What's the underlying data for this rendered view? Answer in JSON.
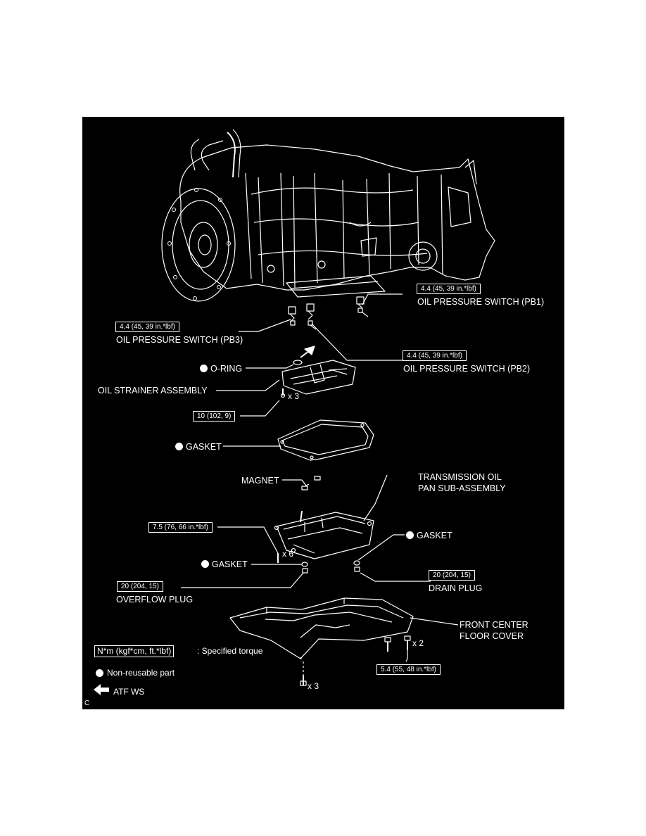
{
  "labels": {
    "oil_pressure_switch_pb1": "OIL PRESSURE SWITCH (PB1)",
    "oil_pressure_switch_pb3": "OIL PRESSURE SWITCH (PB3)",
    "oil_pressure_switch_pb2": "OIL PRESSURE SWITCH (PB2)",
    "o_ring": "O-RING",
    "oil_strainer_assembly": "OIL STRAINER ASSEMBLY",
    "gasket_strainer": "GASKET",
    "magnet": "MAGNET",
    "pan_line1": "TRANSMISSION OIL",
    "pan_line2": "PAN SUB-ASSEMBLY",
    "gasket_drain": "GASKET",
    "gasket_overflow": "GASKET",
    "overflow_plug": "OVERFLOW PLUG",
    "drain_plug": "DRAIN PLUG",
    "cover_line1": "FRONT CENTER",
    "cover_line2": "FLOOR COVER"
  },
  "torques": {
    "pb1": "4.4 (45, 39 in.*lbf)",
    "pb3": "4.4 (45, 39 in.*lbf)",
    "pb2": "4.4 (45, 39 in.*lbf)",
    "strainer": "10 (102, 9)",
    "pan": "7.5 (76, 66 in.*lbf)",
    "overflow": "20 (204, 15)",
    "drain": "20 (204, 15)",
    "cover": "5.4 (55, 48 in.*lbf)"
  },
  "quantities": {
    "strainer_bolts": "x 3",
    "pan_bolts": "x 6",
    "cover_bolts_right": "x 2",
    "cover_bolts_bottom": "x 3"
  },
  "legend": {
    "torque_unit": "N*m (kgf*cm, ft.*lbf)",
    "torque_desc": ": Specified torque",
    "non_reusable": "Non-reusable part",
    "atf": "ATF WS"
  },
  "figure_code": "C",
  "colors": {
    "background": "#000000",
    "linework": "#ffffff"
  }
}
